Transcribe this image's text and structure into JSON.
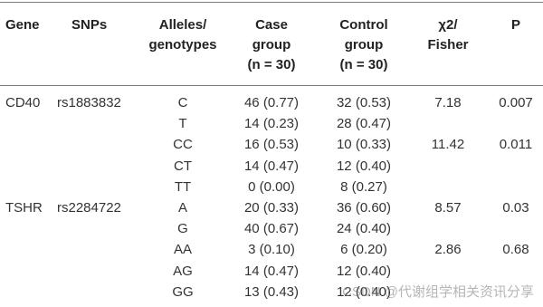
{
  "header": {
    "gene": "Gene",
    "snps": "SNPs",
    "alleles_line1": "Alleles/",
    "alleles_line2": "genotypes",
    "case_line1": "Case",
    "case_line2": "group",
    "case_line3": "(n = 30)",
    "control_line1": "Control",
    "control_line2": "group",
    "control_line3": "(n = 30)",
    "chi_line1": "χ2/",
    "chi_line2": "Fisher",
    "p": "P"
  },
  "rows": [
    {
      "gene": "CD40",
      "snp": "rs1883832",
      "allele": "C",
      "case": "46 (0.77)",
      "control": "32 (0.53)",
      "chi": "7.18",
      "p": "0.007"
    },
    {
      "gene": "",
      "snp": "",
      "allele": "T",
      "case": "14 (0.23)",
      "control": "28 (0.47)",
      "chi": "",
      "p": ""
    },
    {
      "gene": "",
      "snp": "",
      "allele": "CC",
      "case": "16 (0.53)",
      "control": "10 (0.33)",
      "chi": "11.42",
      "p": "0.011"
    },
    {
      "gene": "",
      "snp": "",
      "allele": "CT",
      "case": "14 (0.47)",
      "control": "12 (0.40)",
      "chi": "",
      "p": ""
    },
    {
      "gene": "",
      "snp": "",
      "allele": "TT",
      "case": "0 (0.00)",
      "control": "8 (0.27)",
      "chi": "",
      "p": ""
    },
    {
      "gene": "TSHR",
      "snp": "rs2284722",
      "allele": "A",
      "case": "20 (0.33)",
      "control": "36 (0.60)",
      "chi": "8.57",
      "p": "0.03"
    },
    {
      "gene": "",
      "snp": "",
      "allele": "G",
      "case": "40 (0.67)",
      "control": "24 (0.40)",
      "chi": "",
      "p": ""
    },
    {
      "gene": "",
      "snp": "",
      "allele": "AA",
      "case": "3 (0.10)",
      "control": "6 (0.20)",
      "chi": "2.86",
      "p": "0.68"
    },
    {
      "gene": "",
      "snp": "",
      "allele": "AG",
      "case": "14 (0.47)",
      "control": "12 (0.40)",
      "chi": "",
      "p": ""
    },
    {
      "gene": "",
      "snp": "",
      "allele": "GG",
      "case": "13 (0.43)",
      "control": "12 (0.40)",
      "chi": "",
      "p": ""
    }
  ],
  "watermark": "CSDN @代谢组学相关资讯分享"
}
